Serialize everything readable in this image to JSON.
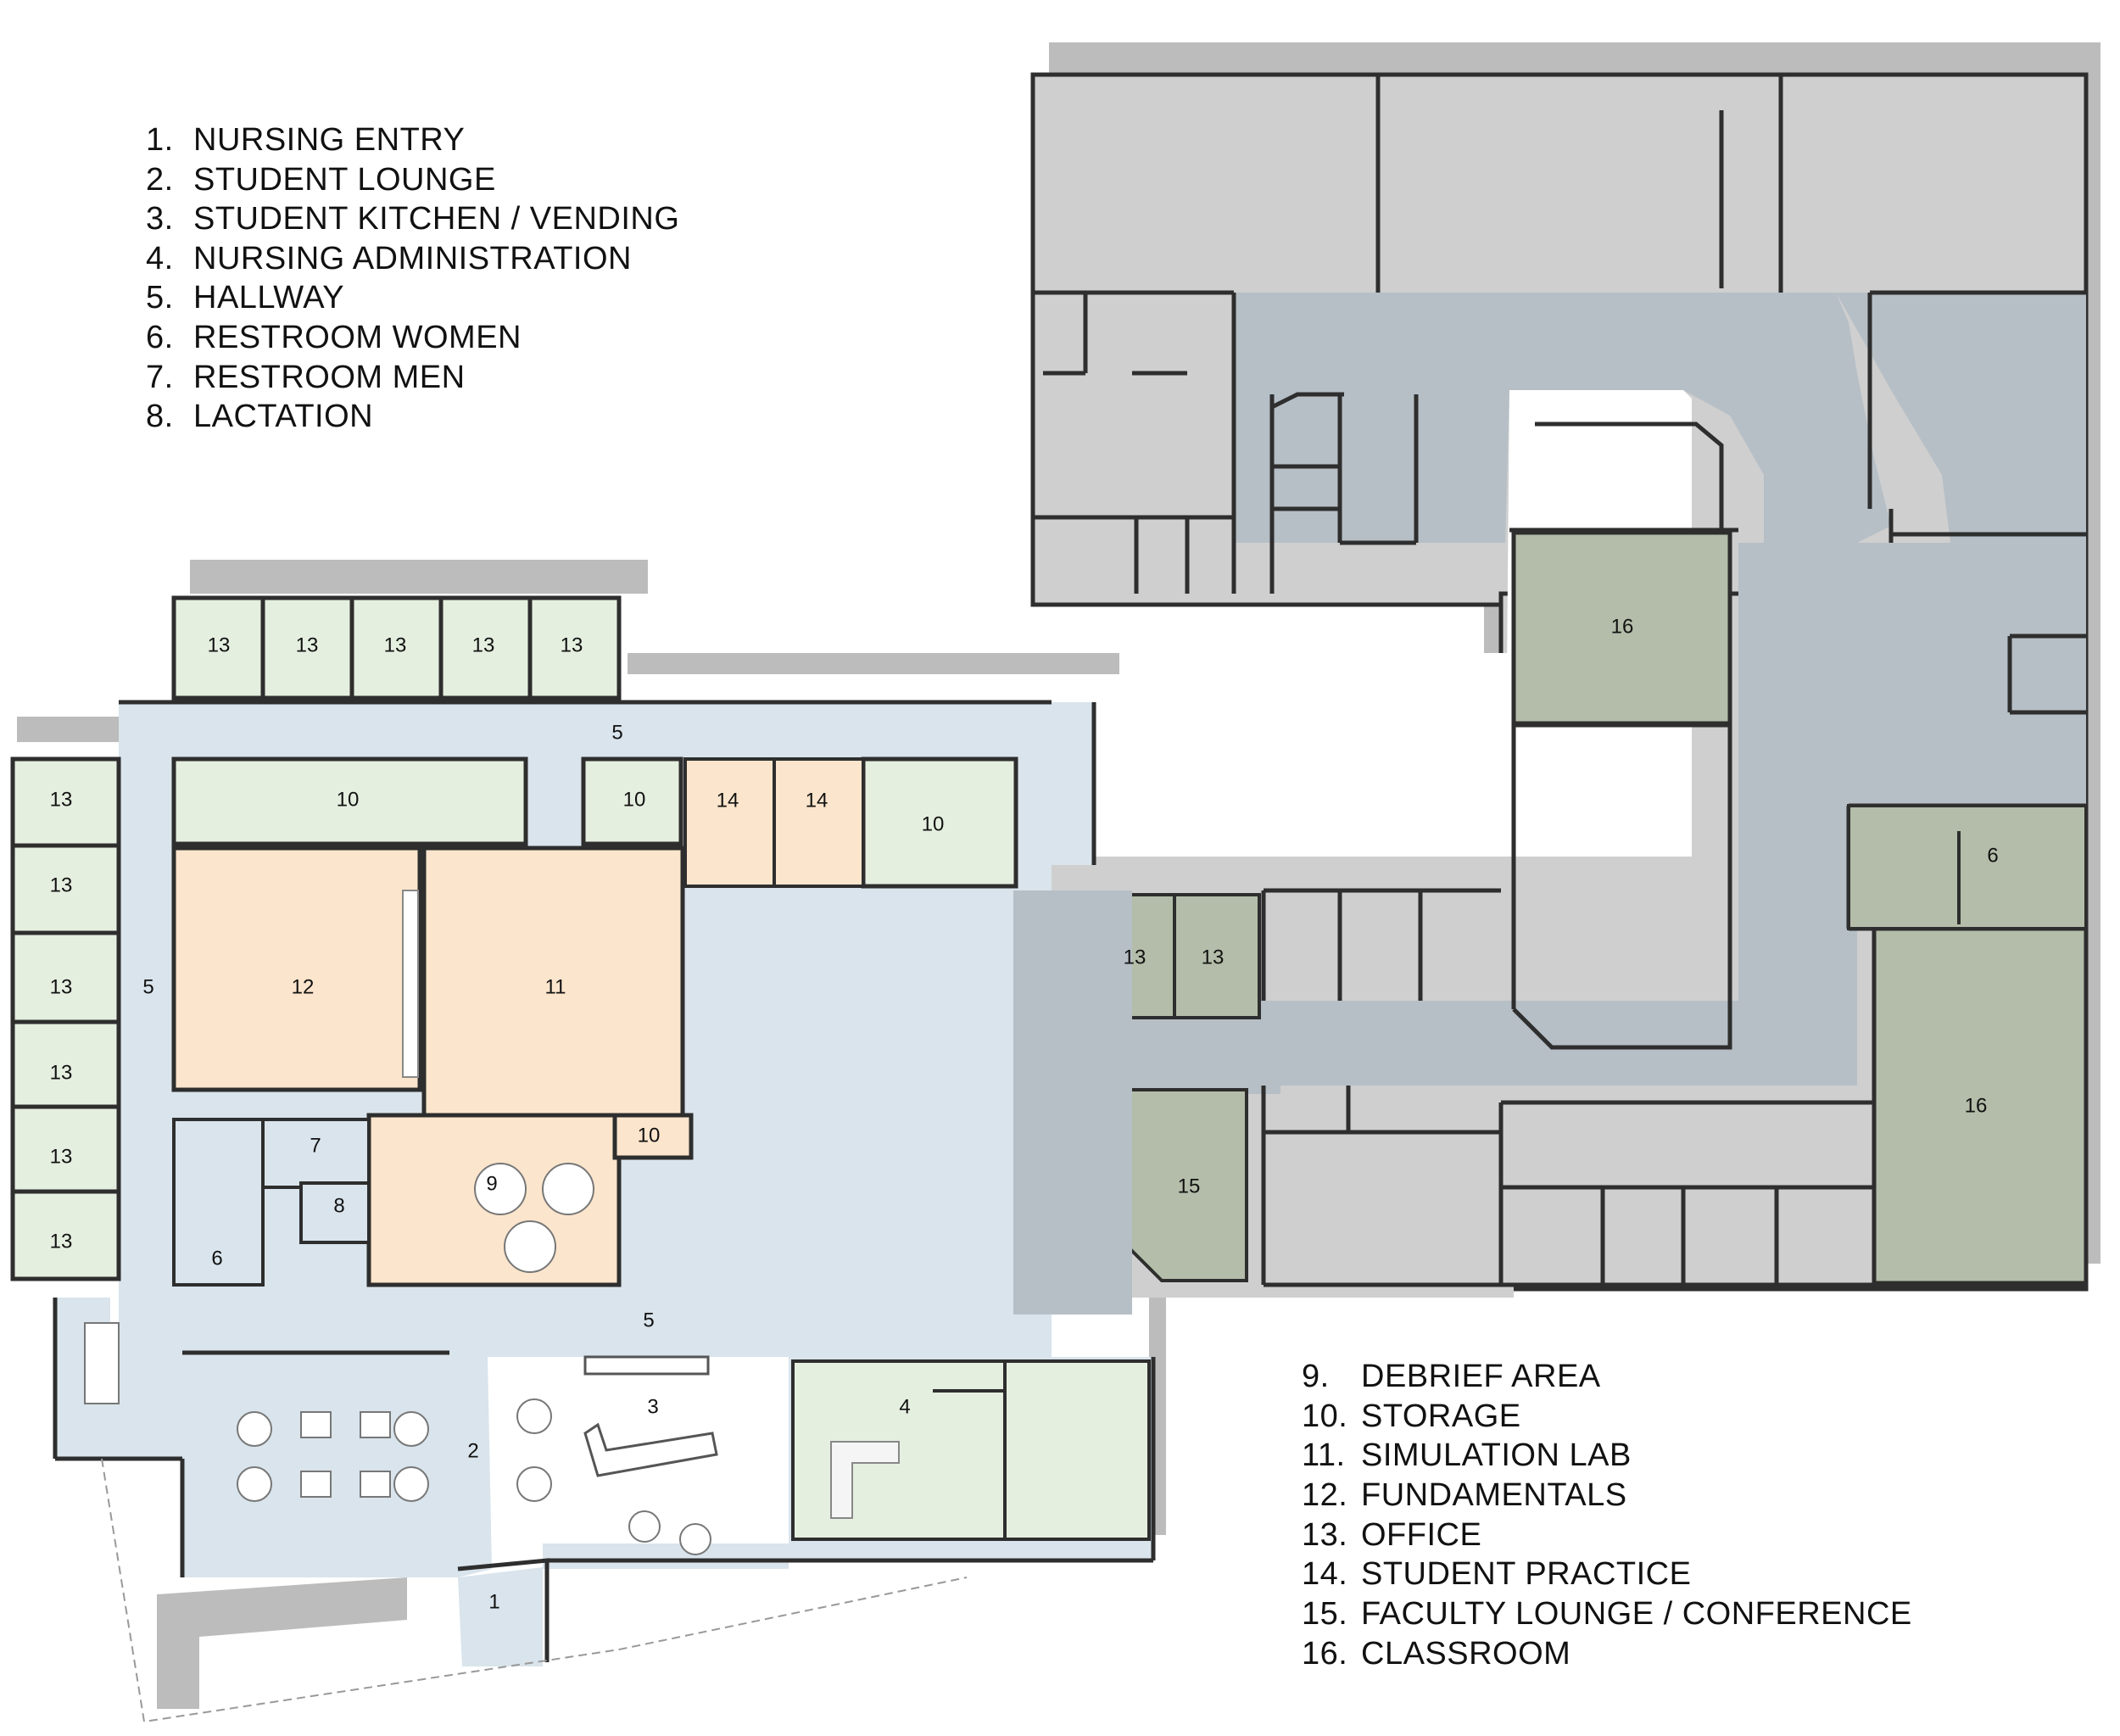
{
  "legend_top": [
    {
      "num": "1.",
      "label": "NURSING ENTRY"
    },
    {
      "num": "2.",
      "label": "STUDENT LOUNGE"
    },
    {
      "num": "3.",
      "label": "STUDENT KITCHEN / VENDING"
    },
    {
      "num": "4.",
      "label": "NURSING ADMINISTRATION"
    },
    {
      "num": "5.",
      "label": "HALLWAY"
    },
    {
      "num": "6.",
      "label": "RESTROOM WOMEN"
    },
    {
      "num": "7.",
      "label": "RESTROOM MEN"
    },
    {
      "num": "8.",
      "label": "LACTATION"
    }
  ],
  "legend_bottom": [
    {
      "num": "9.",
      "label": "DEBRIEF AREA"
    },
    {
      "num": "10.",
      "label": "STORAGE"
    },
    {
      "num": "11.",
      "label": "SIMULATION LAB"
    },
    {
      "num": "12.",
      "label": "FUNDAMENTALS"
    },
    {
      "num": "13.",
      "label": "OFFICE"
    },
    {
      "num": "14.",
      "label": "STUDENT PRACTICE"
    },
    {
      "num": "15.",
      "label": "FACULTY LOUNGE / CONFERENCE"
    },
    {
      "num": "16.",
      "label": "CLASSROOM"
    }
  ],
  "room_labels": {
    "office_n1": "13",
    "office_n2": "13",
    "office_n3": "13",
    "office_n4": "13",
    "office_n5": "13",
    "office_w1": "13",
    "office_w2": "13",
    "office_w3": "13",
    "office_w4": "13",
    "office_w5": "13",
    "office_w6": "13",
    "office_c1": "13",
    "office_c2": "13",
    "storage_1": "10",
    "storage_2": "10",
    "storage_3": "10",
    "storage_4": "10",
    "practice_1": "14",
    "practice_2": "14",
    "fundamentals": "12",
    "sim_lab": "11",
    "debrief": "9",
    "men": "7",
    "lactation": "8",
    "women_w": "6",
    "women_e": "6",
    "hall_n": "5",
    "hall_w": "5",
    "hall_s": "5",
    "lounge": "2",
    "kitchen": "3",
    "entry": "1",
    "admin": "4",
    "faculty": "15",
    "classroom_n": "16",
    "classroom_e": "16"
  },
  "colors": {
    "hall": "#d9e4ec",
    "office": "#e5efe0",
    "lab": "#fbe5cc",
    "existing": "#cfcfcf",
    "existing_hall": "#b6bfc6",
    "classroom": "#b3bda9",
    "shadow": "#b9b9b9",
    "wall": "#2e2e2e"
  }
}
